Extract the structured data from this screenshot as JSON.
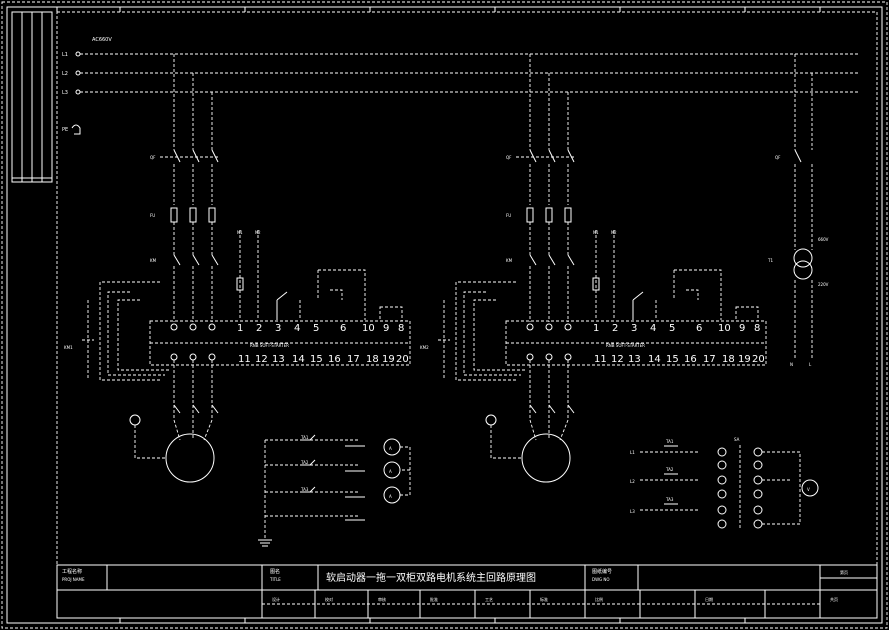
{
  "diagram": {
    "voltage_label": "AC660V",
    "phases": [
      "L1",
      "L2",
      "L3"
    ],
    "pe_label": "PE",
    "terminals_top": [
      "1",
      "2",
      "3",
      "4",
      "5",
      "6",
      "10",
      "9",
      "8"
    ],
    "terminals_bottom": [
      "11",
      "12",
      "13",
      "14",
      "15",
      "16",
      "17",
      "18",
      "19",
      "20"
    ],
    "transformer_primary": "660V",
    "transformer_secondary": "220V",
    "transformer_label": "T1",
    "meter_labels": [
      "TA1",
      "TA2",
      "TA3"
    ],
    "selector_label": "SA"
  },
  "title_block": {
    "project_name_label": "工程名称",
    "project_name_label_en": "PROJ NAME",
    "drawing_title_label": "图名",
    "drawing_title_label_en": "TITLE",
    "drawing_title": "软启动器一拖一双柜双路电机系统主回路原理图",
    "drawing_no_label": "图纸编号",
    "drawing_no_label_en": "DWG NO",
    "sheet_label": "第页",
    "row2_labels": [
      "设计",
      "校对",
      "审核",
      "批准",
      "工艺",
      "标准",
      "比例",
      "日期",
      "共页"
    ]
  }
}
